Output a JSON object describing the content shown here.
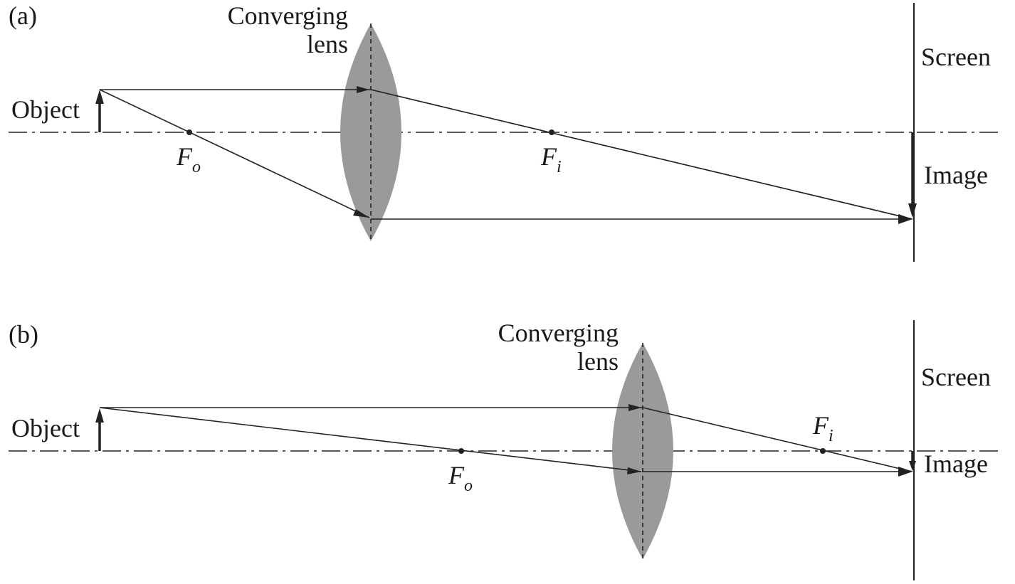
{
  "panels": [
    {
      "label": "(a)",
      "lens_label_line1": "Converging",
      "lens_label_line2": "lens",
      "object_label": "Object",
      "screen_label": "Screen",
      "image_label": "Image",
      "object_focus_label": "F",
      "object_focus_sub": "o",
      "image_focus_label": "F",
      "image_focus_sub": "i"
    },
    {
      "label": "(b)",
      "lens_label_line1": "Converging",
      "lens_label_line2": "lens",
      "object_label": "Object",
      "screen_label": "Screen",
      "image_label": "Image",
      "object_focus_label": "F",
      "object_focus_sub": "o",
      "image_focus_label": "F",
      "image_focus_sub": "i"
    }
  ],
  "colors": {
    "lens_fill": "#9a9a9a",
    "line": "#222222"
  }
}
